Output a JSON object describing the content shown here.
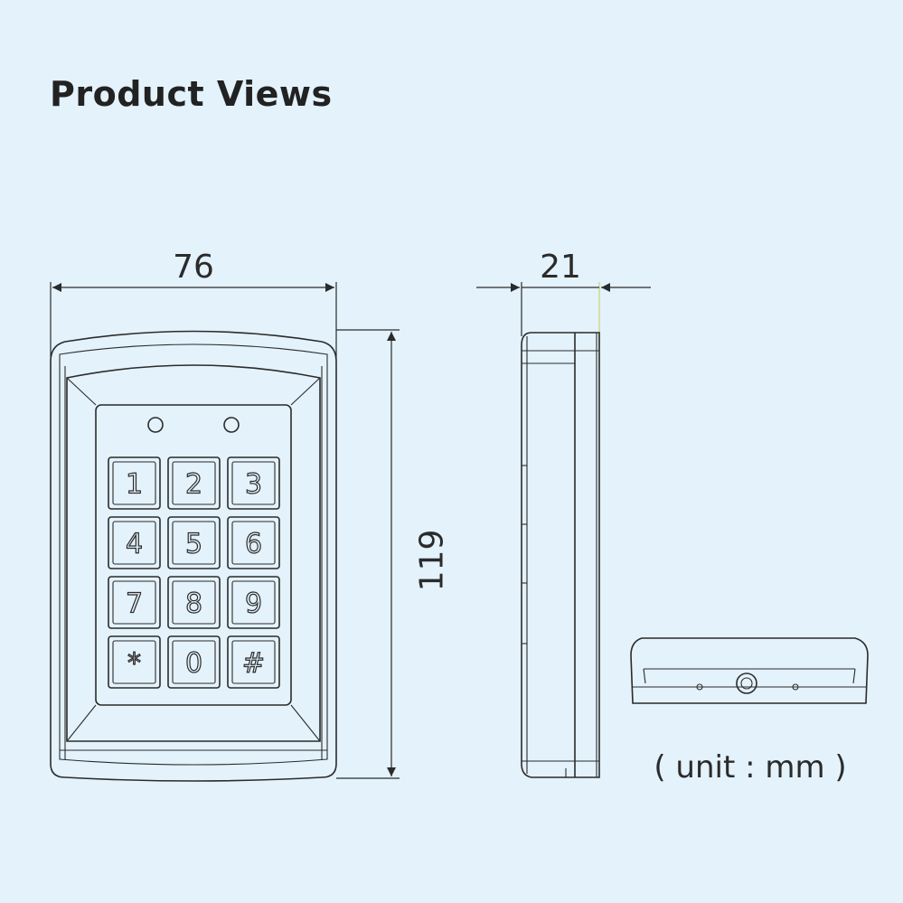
{
  "title": "Product Views",
  "dimensions": {
    "width": "76",
    "depth": "21",
    "height": "119"
  },
  "unit_label": "( unit : mm )",
  "keypad": {
    "keys": [
      "1",
      "2",
      "3",
      "4",
      "5",
      "6",
      "7",
      "8",
      "9",
      "*",
      "0",
      "#"
    ]
  },
  "colors": {
    "background": "#e3f2fb",
    "line": "#2b2b2b",
    "accent": "#c8d66a"
  }
}
